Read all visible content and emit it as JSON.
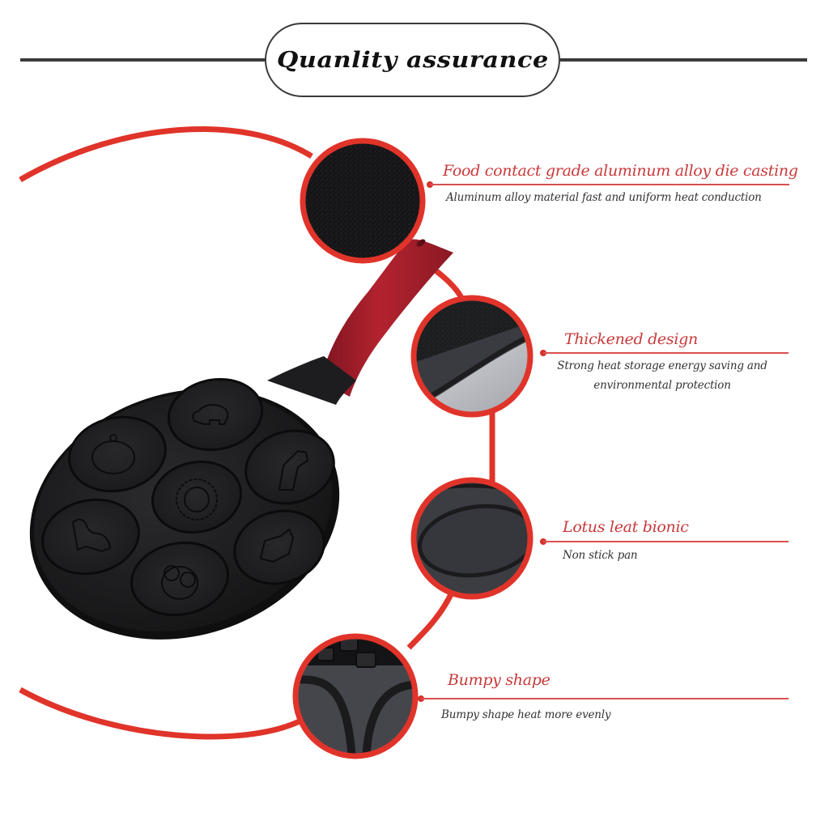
{
  "header": {
    "title": "Quanlity assurance"
  },
  "features": [
    {
      "title": "Food contact grade aluminum alloy die casting",
      "description": "Aluminum alloy material fast and uniform heat conduction",
      "detail_image": "granite-coating-texture-closeup"
    },
    {
      "title": "Thickened design",
      "description_lines": [
        "Strong heat storage energy saving and",
        "environmental protection"
      ],
      "detail_image": "thick-pan-edge-closeup"
    },
    {
      "title": "Lotus leat bionic",
      "description": "Non stick  pan",
      "detail_image": "oval-mold-cavity-closeup"
    },
    {
      "title": "Bumpy shape",
      "description": "Bumpy shape  heat more evenly",
      "detail_image": "bumpy-base-closeup"
    }
  ],
  "product": {
    "name": "7-cavity animal pancake pan",
    "cavities": [
      "hippo",
      "elephant",
      "llama",
      "lion",
      "dinosaur",
      "owl",
      "cat"
    ],
    "handle_color": "#a3202c",
    "body_color": "#1c1c1e"
  },
  "colors": {
    "accent_red": "#e0342a",
    "title_red": "#c8393a",
    "text_dark": "#333333",
    "rule_dark": "#3a3a3a"
  }
}
